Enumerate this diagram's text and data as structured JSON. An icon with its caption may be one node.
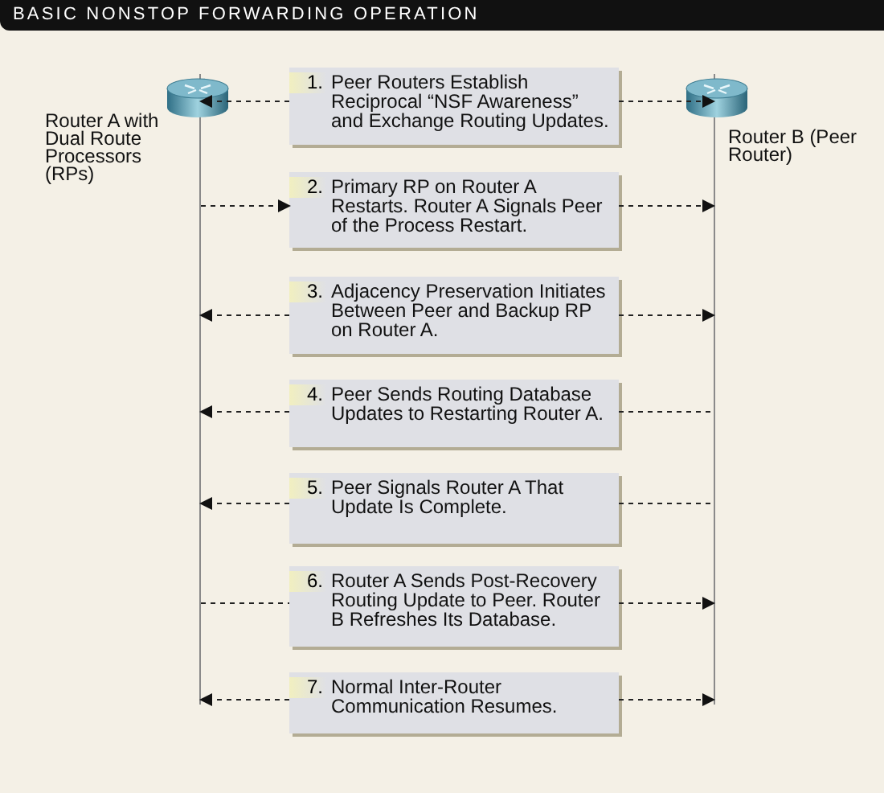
{
  "diagram": {
    "title": "BASIC NONSTOP FORWARDING OPERATION",
    "nodes": [
      {
        "text": [
          "Router A with Dual Route Processors (RPs)"
        ]
      },
      {
        "text": [
          "Router B (Peer Router)"
        ]
      },
      {
        "text": [
          "1.",
          "Peer Routers Establish Reciprocal “NSF Awareness” and Exchange Routing Updates."
        ]
      },
      {
        "text": [
          "2.",
          "Primary RP on Router A Restarts. Router A Signals Peer of the Process Restart."
        ]
      },
      {
        "text": [
          "3.",
          "Adjacency Preservation Initiates Between Peer and Backup RP on Router A."
        ]
      },
      {
        "text": [
          "4.",
          "Peer Sends Routing Database Updates to Restarting Router A."
        ]
      },
      {
        "text": [
          "5.",
          "Peer Signals Router A That Update Is Complete."
        ]
      },
      {
        "text": [
          "6.",
          "Router A Sends Post-Recovery Routing Update to Peer. Router B Refreshes Its Database."
        ]
      },
      {
        "text": [
          "7.",
          "Normal Inter-Router Communication Resumes."
        ]
      }
    ],
    "edges": [
      {
        "from": 2,
        "to": 0,
        "arrow": "to",
        "style": "dashed"
      },
      {
        "from": 2,
        "to": 1,
        "arrow": "to",
        "style": "dashed"
      },
      {
        "from": 0,
        "to": 3,
        "arrow": "to",
        "style": "dashed"
      },
      {
        "from": 3,
        "to": 1,
        "arrow": "to",
        "style": "dashed"
      },
      {
        "from": 4,
        "to": 0,
        "arrow": "to",
        "style": "dashed"
      },
      {
        "from": 4,
        "to": 1,
        "arrow": "to",
        "style": "dashed"
      },
      {
        "from": 5,
        "to": 0,
        "arrow": "to",
        "style": "dashed"
      },
      {
        "from": 5,
        "to": 1,
        "arrow": "none",
        "style": "dashed"
      },
      {
        "from": 6,
        "to": 0,
        "arrow": "to",
        "style": "dashed"
      },
      {
        "from": 6,
        "to": 1,
        "arrow": "none",
        "style": "dashed"
      },
      {
        "from": 0,
        "to": 7,
        "arrow": "none",
        "style": "dashed"
      },
      {
        "from": 7,
        "to": 1,
        "arrow": "to",
        "style": "dashed"
      },
      {
        "from": 8,
        "to": 0,
        "arrow": "to",
        "style": "dashed"
      },
      {
        "from": 8,
        "to": 1,
        "arrow": "to",
        "style": "dashed"
      }
    ]
  }
}
